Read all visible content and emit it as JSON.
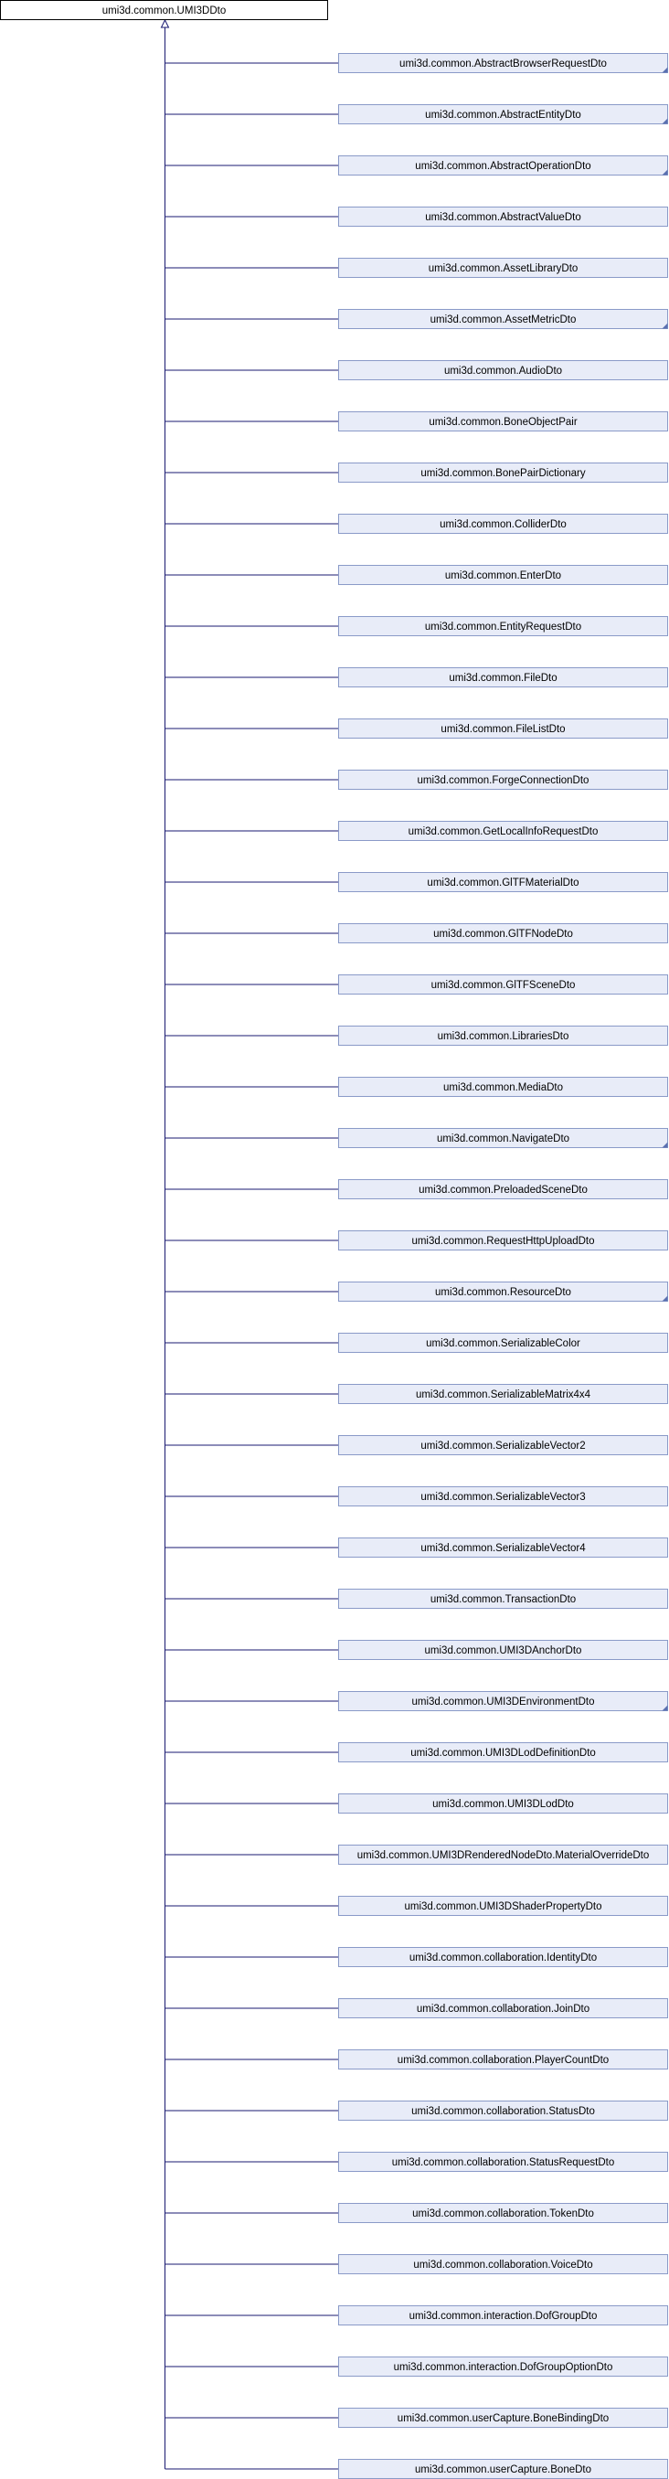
{
  "diagram": {
    "root": {
      "label": "umi3d.common.UMI3DDto"
    },
    "children": [
      {
        "label": "umi3d.common.AbstractBrowserRequestDto",
        "has_children": true
      },
      {
        "label": "umi3d.common.AbstractEntityDto",
        "has_children": true
      },
      {
        "label": "umi3d.common.AbstractOperationDto",
        "has_children": true
      },
      {
        "label": "umi3d.common.AbstractValueDto",
        "has_children": false
      },
      {
        "label": "umi3d.common.AssetLibraryDto",
        "has_children": false
      },
      {
        "label": "umi3d.common.AssetMetricDto",
        "has_children": true
      },
      {
        "label": "umi3d.common.AudioDto",
        "has_children": false
      },
      {
        "label": "umi3d.common.BoneObjectPair",
        "has_children": false
      },
      {
        "label": "umi3d.common.BonePairDictionary",
        "has_children": false
      },
      {
        "label": "umi3d.common.ColliderDto",
        "has_children": false
      },
      {
        "label": "umi3d.common.EnterDto",
        "has_children": false
      },
      {
        "label": "umi3d.common.EntityRequestDto",
        "has_children": false
      },
      {
        "label": "umi3d.common.FileDto",
        "has_children": false
      },
      {
        "label": "umi3d.common.FileListDto",
        "has_children": false
      },
      {
        "label": "umi3d.common.ForgeConnectionDto",
        "has_children": false
      },
      {
        "label": "umi3d.common.GetLocalInfoRequestDto",
        "has_children": false
      },
      {
        "label": "umi3d.common.GlTFMaterialDto",
        "has_children": false
      },
      {
        "label": "umi3d.common.GlTFNodeDto",
        "has_children": false
      },
      {
        "label": "umi3d.common.GlTFSceneDto",
        "has_children": false
      },
      {
        "label": "umi3d.common.LibrariesDto",
        "has_children": false
      },
      {
        "label": "umi3d.common.MediaDto",
        "has_children": false
      },
      {
        "label": "umi3d.common.NavigateDto",
        "has_children": true
      },
      {
        "label": "umi3d.common.PreloadedSceneDto",
        "has_children": false
      },
      {
        "label": "umi3d.common.RequestHttpUploadDto",
        "has_children": false
      },
      {
        "label": "umi3d.common.ResourceDto",
        "has_children": true
      },
      {
        "label": "umi3d.common.SerializableColor",
        "has_children": false
      },
      {
        "label": "umi3d.common.SerializableMatrix4x4",
        "has_children": false
      },
      {
        "label": "umi3d.common.SerializableVector2",
        "has_children": false
      },
      {
        "label": "umi3d.common.SerializableVector3",
        "has_children": false
      },
      {
        "label": "umi3d.common.SerializableVector4",
        "has_children": false
      },
      {
        "label": "umi3d.common.TransactionDto",
        "has_children": false
      },
      {
        "label": "umi3d.common.UMI3DAnchorDto",
        "has_children": false
      },
      {
        "label": "umi3d.common.UMI3DEnvironmentDto",
        "has_children": true
      },
      {
        "label": "umi3d.common.UMI3DLodDefinitionDto",
        "has_children": false
      },
      {
        "label": "umi3d.common.UMI3DLodDto",
        "has_children": false
      },
      {
        "label": "umi3d.common.UMI3DRenderedNodeDto.MaterialOverrideDto",
        "has_children": false
      },
      {
        "label": "umi3d.common.UMI3DShaderPropertyDto",
        "has_children": false
      },
      {
        "label": "umi3d.common.collaboration.IdentityDto",
        "has_children": false
      },
      {
        "label": "umi3d.common.collaboration.JoinDto",
        "has_children": false
      },
      {
        "label": "umi3d.common.collaboration.PlayerCountDto",
        "has_children": false
      },
      {
        "label": "umi3d.common.collaboration.StatusDto",
        "has_children": false
      },
      {
        "label": "umi3d.common.collaboration.StatusRequestDto",
        "has_children": false
      },
      {
        "label": "umi3d.common.collaboration.TokenDto",
        "has_children": false
      },
      {
        "label": "umi3d.common.collaboration.VoiceDto",
        "has_children": false
      },
      {
        "label": "umi3d.common.interaction.DofGroupDto",
        "has_children": false
      },
      {
        "label": "umi3d.common.interaction.DofGroupOptionDto",
        "has_children": false
      },
      {
        "label": "umi3d.common.userCapture.BoneBindingDto",
        "has_children": false
      },
      {
        "label": "umi3d.common.userCapture.BoneDto",
        "has_children": false
      }
    ],
    "colors": {
      "line": "#191970",
      "root_fill": "#ffffff",
      "root_border": "#000000",
      "node_fill": "#e8ecf8",
      "node_border": "#8a9ac8",
      "corner_mark": "#5a70b0"
    }
  }
}
